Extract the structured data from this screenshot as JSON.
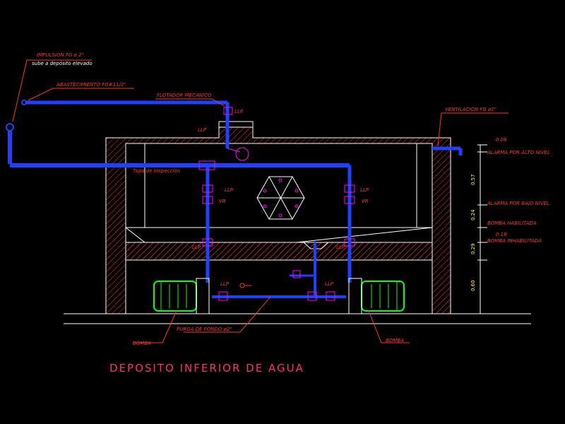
{
  "title": "DEPOSITO INFERIOR DE AGUA",
  "labels": {
    "impulsion": "IMPULSION FG ø 2\"",
    "sube": "sube a depósito elevado",
    "abastecimiento": "ABASTECIMIENTO FG#11/2\"",
    "flotador": "FLOTADOR MECANICO",
    "llp": "LLP.",
    "llp_short": "LLP",
    "vr": "VR",
    "tapa": "Tapa de Inspección",
    "ventilacion": "VENTILACION FG ø2\"",
    "purga": "PURGA DE FONDO ø2\"",
    "bomba": "BOMBA",
    "alarma_alto": "ALARMA POR ALTO NIVEL",
    "alarma_bajo": "ALARMA POR BAJO NIVEL",
    "bomba_habilitada": "BOMBA HABILITADA",
    "bomba_inhabilitada": "BOMBA INHABILITADA"
  },
  "dimensions": {
    "d1": "0.06",
    "d2": "0.57",
    "d3": "0.24",
    "d4": "0.18",
    "d5": "0.29",
    "d6": "0.60"
  },
  "colors": {
    "background": "#000000",
    "pipe": "#2040ff",
    "wall": "#ffffff",
    "label": "#ff3030",
    "title": "#ff2a7a",
    "motor": "#00ff00",
    "valve": "#ff00ff",
    "dimension": "#ffff00"
  }
}
